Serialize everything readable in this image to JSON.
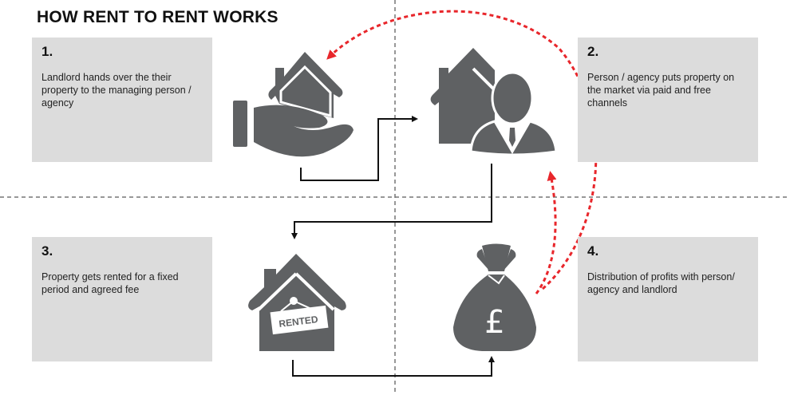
{
  "title": "HOW RENT TO RENT WORKS",
  "steps": [
    {
      "number": "1.",
      "text": "Landlord hands over the their property to the managing person / agency"
    },
    {
      "number": "2.",
      "text": "Person / agency puts property on the market via paid and free channels"
    },
    {
      "number": "3.",
      "text": "Property gets rented for a fixed period and agreed fee"
    },
    {
      "number": "4.",
      "text": "Distribution of profits with person/ agency and landlord"
    }
  ],
  "icons": {
    "rented_sign": "RENTED",
    "currency_symbol": "£"
  },
  "colors": {
    "icon": "#5f6163",
    "box": "#dcdcdc",
    "arrow": "#111111",
    "return_arrow": "#e8262b"
  }
}
